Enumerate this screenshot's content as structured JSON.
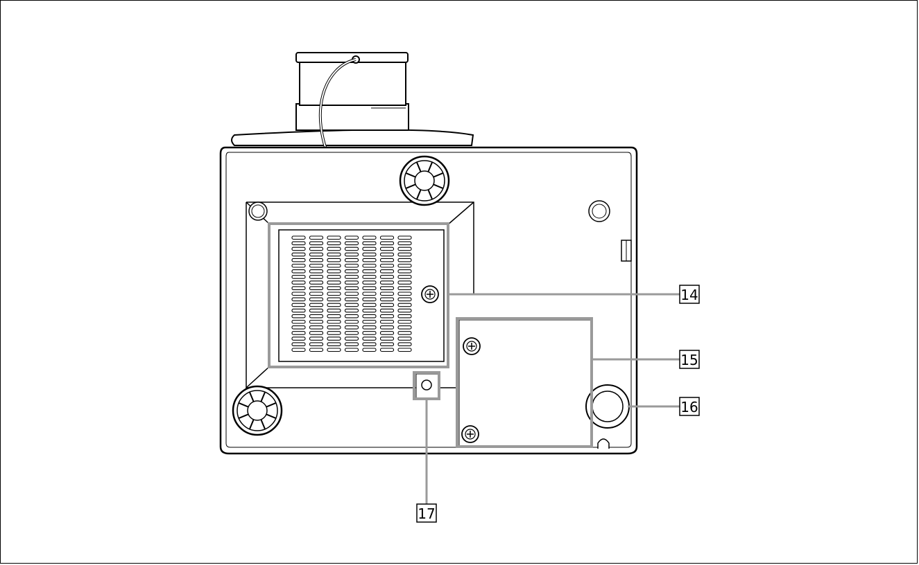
{
  "figure": {
    "callouts": [
      {
        "id": "14",
        "label": "14"
      },
      {
        "id": "15",
        "label": "15"
      },
      {
        "id": "16",
        "label": "16"
      },
      {
        "id": "17",
        "label": "17"
      }
    ],
    "colors": {
      "outline": "#000000",
      "highlight": "#9a9a9a",
      "background": "#ffffff"
    }
  }
}
